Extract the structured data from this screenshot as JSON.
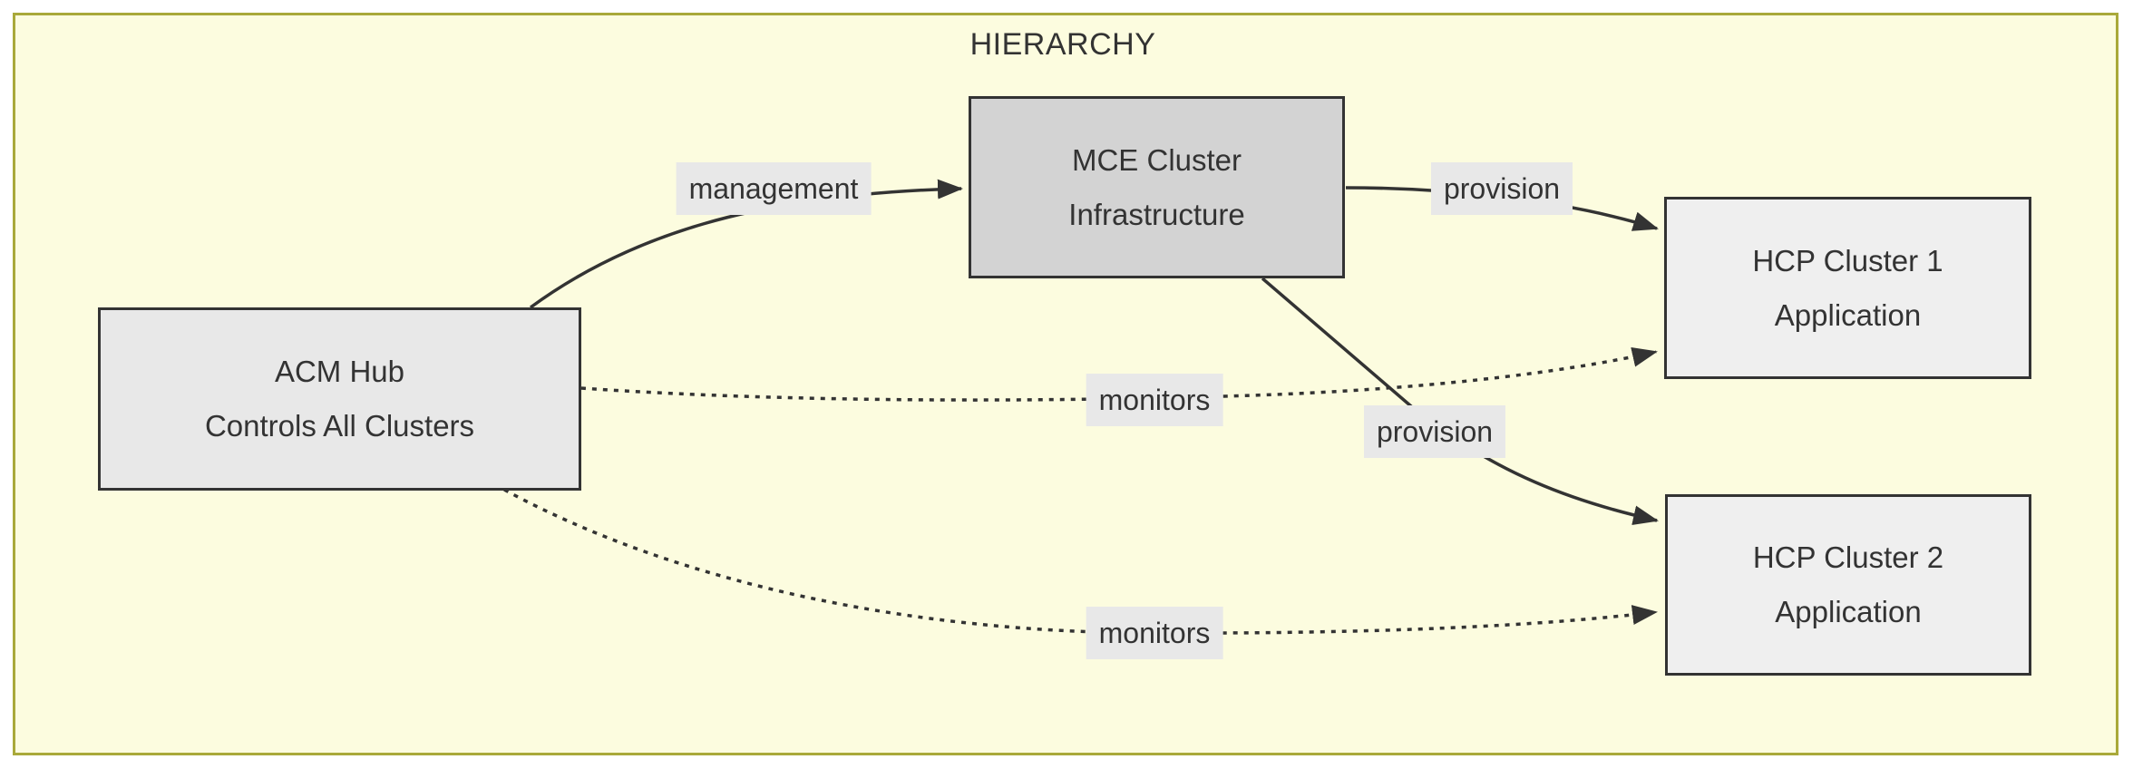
{
  "diagram": {
    "title": "HIERARCHY",
    "type": "flowchart",
    "colors": {
      "canvas_background": "#ffffff",
      "frame_background": "#fcfcdf",
      "frame_border": "#a9a93a",
      "node_border": "#333333",
      "edge_line": "#333333",
      "edge_label_background": "#e8e8e8",
      "text": "#333333",
      "acm_node_fill": "#e8e8e8",
      "mce_node_fill": "#d3d3d3",
      "hcp_node_fill": "#efefef"
    },
    "nodes": [
      {
        "id": "acm",
        "line1": "ACM Hub",
        "line2": "Controls All Clusters"
      },
      {
        "id": "mce",
        "line1": "MCE Cluster",
        "line2": "Infrastructure"
      },
      {
        "id": "hcp1",
        "line1": "HCP Cluster 1",
        "line2": "Application"
      },
      {
        "id": "hcp2",
        "line1": "HCP Cluster 2",
        "line2": "Application"
      }
    ],
    "edges": [
      {
        "from": "ACM Hub",
        "to": "MCE Cluster Infrastructure",
        "label": "management",
        "style": "solid"
      },
      {
        "from": "MCE Cluster Infrastructure",
        "to": "HCP Cluster 1 Application",
        "label": "provision",
        "style": "solid"
      },
      {
        "from": "MCE Cluster Infrastructure",
        "to": "HCP Cluster 2 Application",
        "label": "provision",
        "style": "solid"
      },
      {
        "from": "ACM Hub",
        "to": "HCP Cluster 1 Application",
        "label": "monitors",
        "style": "dotted"
      },
      {
        "from": "ACM Hub",
        "to": "HCP Cluster 2 Application",
        "label": "monitors",
        "style": "dotted"
      }
    ]
  }
}
